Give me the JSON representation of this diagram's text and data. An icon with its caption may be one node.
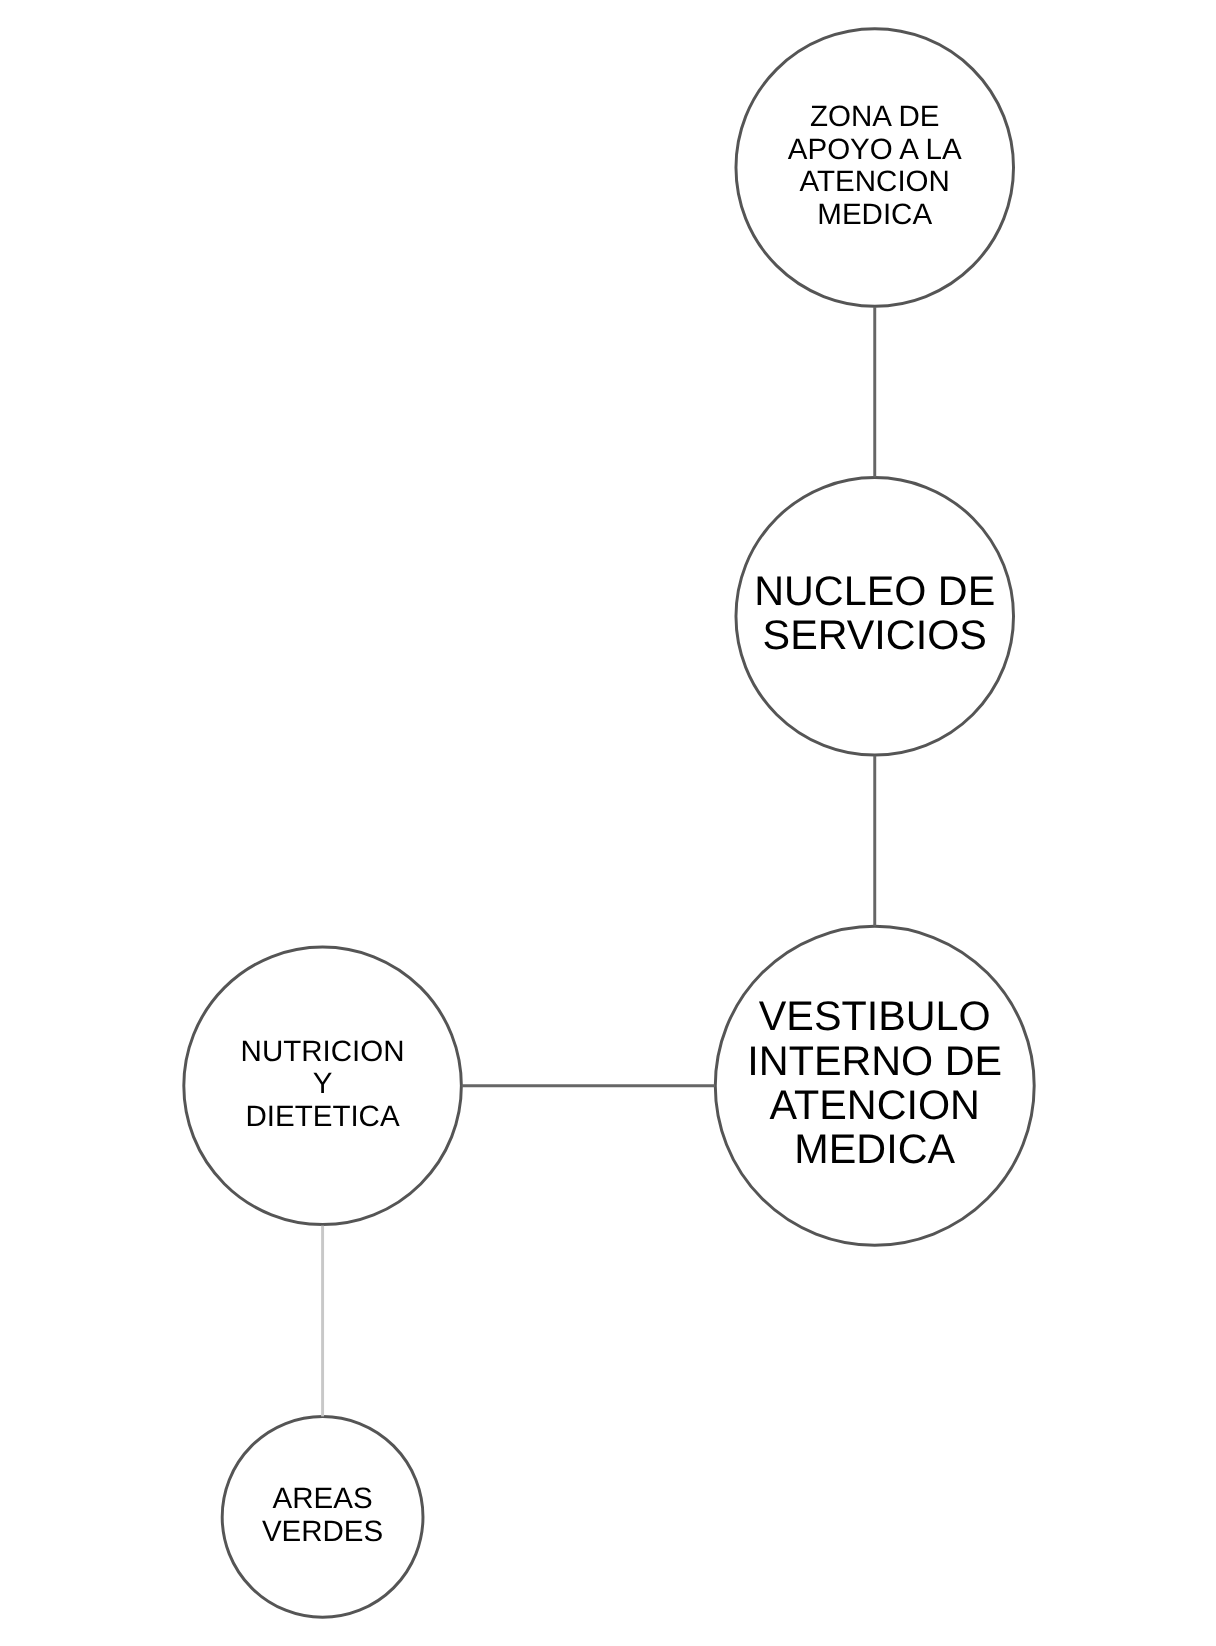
{
  "diagram": {
    "nodes": [
      {
        "text": [
          "ZONA DE APOYO A LA ATENCION MEDICA"
        ]
      },
      {
        "text": [
          "NUCLEO DE SERVICIOS"
        ]
      },
      {
        "text": [
          "NUTRICION Y DIETETICA"
        ]
      },
      {
        "text": [
          "VESTIBULO INTERNO DE ATENCION MEDICA"
        ]
      },
      {
        "text": [
          "AREAS VERDES"
        ]
      }
    ],
    "edges": [
      {
        "from": 0,
        "to": 1,
        "arrow": "none"
      },
      {
        "from": 1,
        "to": 3,
        "arrow": "none"
      },
      {
        "from": 2,
        "to": 3,
        "arrow": "none"
      },
      {
        "from": 2,
        "to": 4,
        "arrow": "none",
        "color": "#c8c8c8"
      }
    ]
  }
}
